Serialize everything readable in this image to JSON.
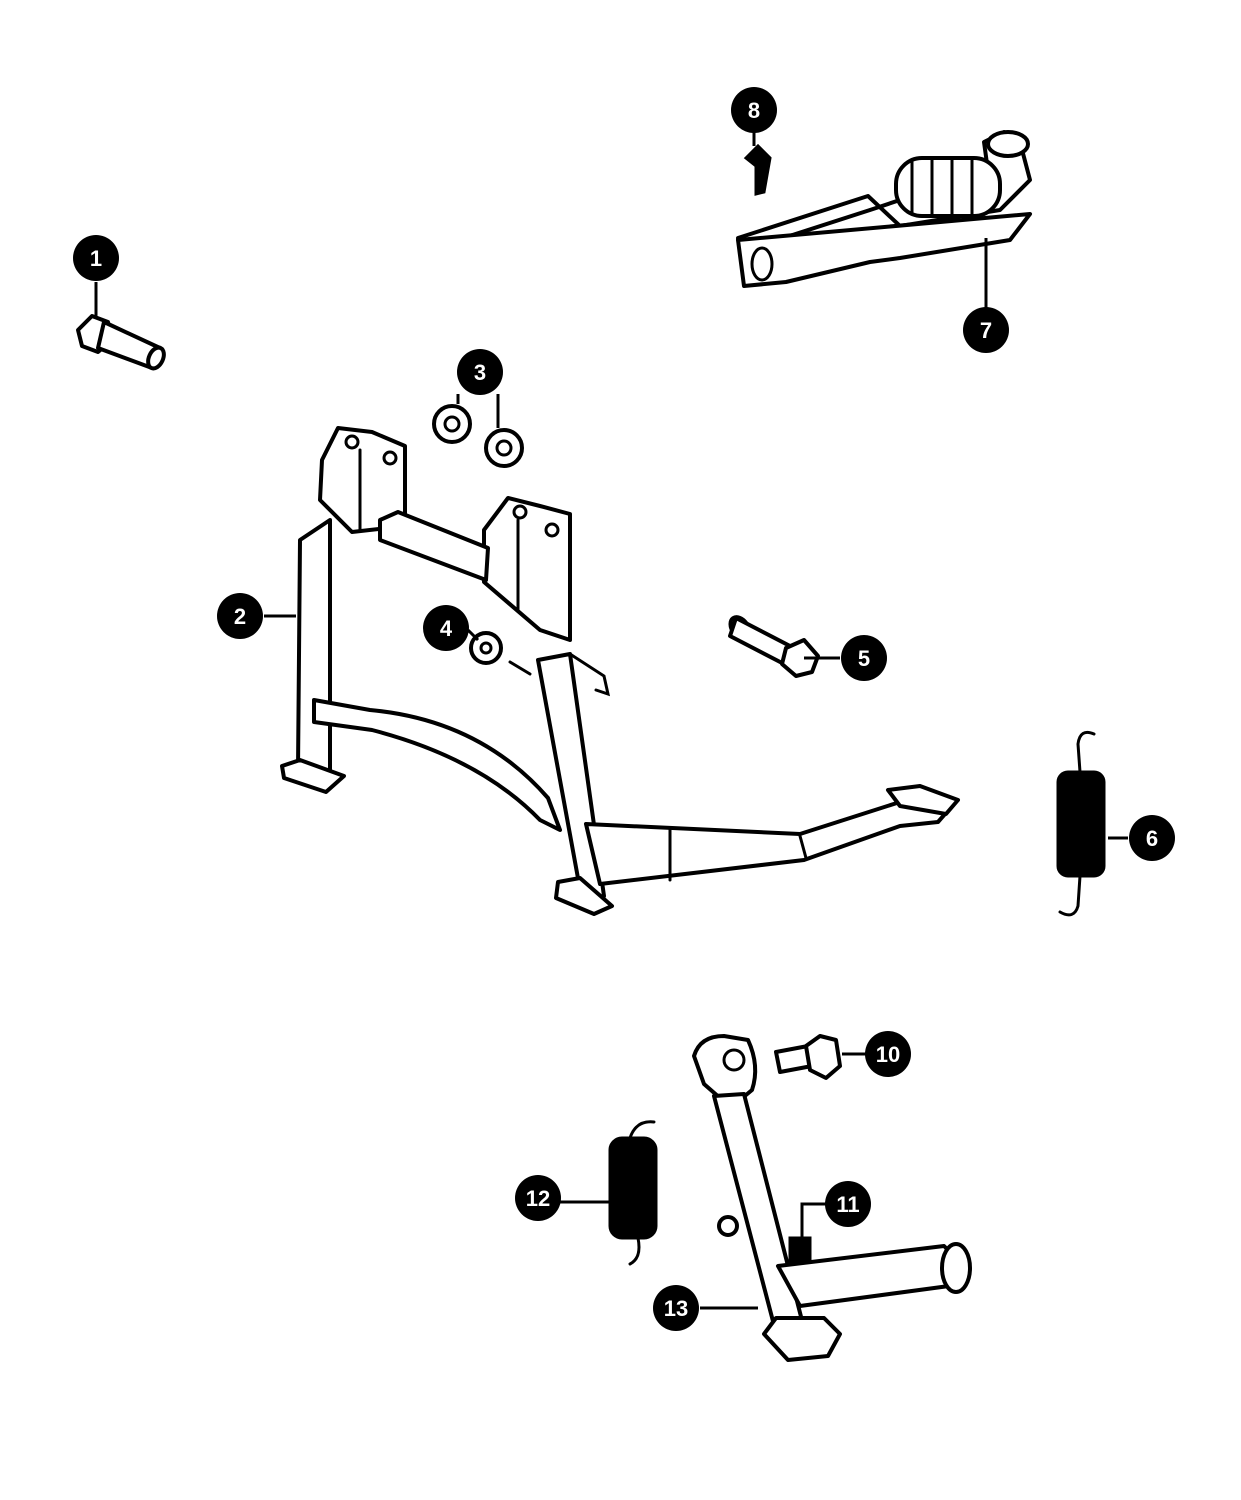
{
  "diagram": {
    "parts": [
      {
        "number": "1",
        "icon": "bolt-icon"
      },
      {
        "number": "2",
        "icon": "main-stand-icon"
      },
      {
        "number": "3",
        "icon": "nut-pair-icon"
      },
      {
        "number": "4",
        "icon": "nut-icon"
      },
      {
        "number": "5",
        "icon": "bolt-icon"
      },
      {
        "number": "6",
        "icon": "spring-icon"
      },
      {
        "number": "7",
        "icon": "footrest-icon"
      },
      {
        "number": "8",
        "icon": "cotter-pin-icon"
      },
      {
        "number": "10",
        "icon": "bolt-icon"
      },
      {
        "number": "11",
        "icon": "pin-icon"
      },
      {
        "number": "12",
        "icon": "spring-icon"
      },
      {
        "number": "13",
        "icon": "side-stand-icon"
      }
    ],
    "colors": {
      "ink": "#000000",
      "paper": "#ffffff"
    }
  }
}
